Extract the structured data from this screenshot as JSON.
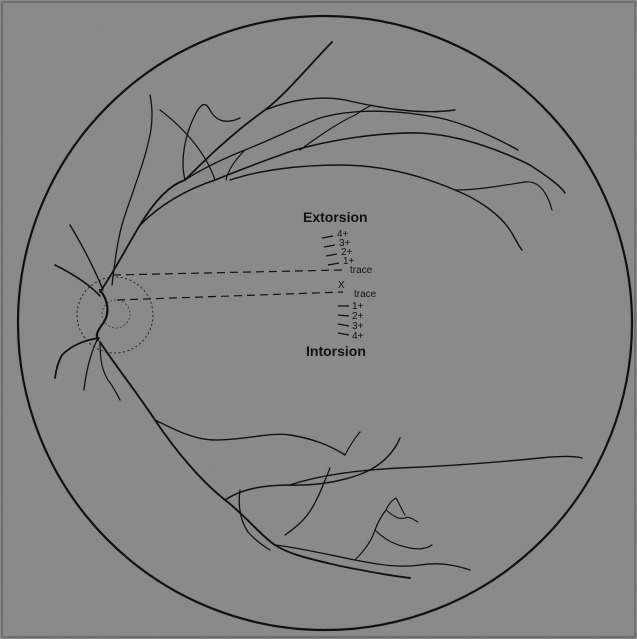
{
  "diagram": {
    "top_label": "Extorsion",
    "bottom_label": "Intorsion",
    "center_marker": "X",
    "extorsion_grades": [
      "4+",
      "3+",
      "2+",
      "1+",
      "trace"
    ],
    "intorsion_grades": [
      "trace",
      "1+",
      "2+",
      "3+",
      "4+"
    ]
  },
  "colors": {
    "background": "#8c8c8c",
    "lines": "#111111"
  }
}
